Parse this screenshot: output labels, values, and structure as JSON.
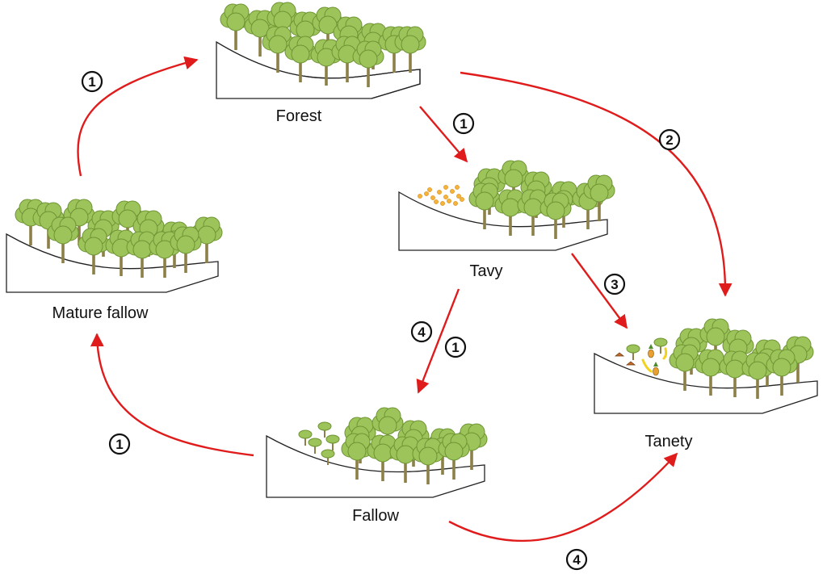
{
  "nodes": {
    "forest": {
      "label": "Forest"
    },
    "tavy": {
      "label": "Tavy"
    },
    "tanety": {
      "label": "Tanety"
    },
    "fallow": {
      "label": "Fallow"
    },
    "mature_fallow": {
      "label": "Mature fallow"
    }
  },
  "transitions": [
    {
      "from": "forest",
      "to": "tavy",
      "step": "1"
    },
    {
      "from": "forest",
      "to": "tanety",
      "step": "2"
    },
    {
      "from": "tavy",
      "to": "tanety",
      "step": "3"
    },
    {
      "from": "tavy",
      "to": "fallow",
      "step": "4"
    },
    {
      "from": "tavy",
      "to": "fallow",
      "step": "1"
    },
    {
      "from": "fallow",
      "to": "mature_fallow",
      "step": "1"
    },
    {
      "from": "mature_fallow",
      "to": "forest",
      "step": "1"
    },
    {
      "from": "fallow",
      "to": "tanety",
      "step": "4"
    }
  ],
  "colors": {
    "arrow": "#e01b1b",
    "tree_canopy": "#9cc45a",
    "tree_canopy_edge": "#6f9434",
    "tree_trunk": "#8c8048",
    "outline": "#222222"
  }
}
